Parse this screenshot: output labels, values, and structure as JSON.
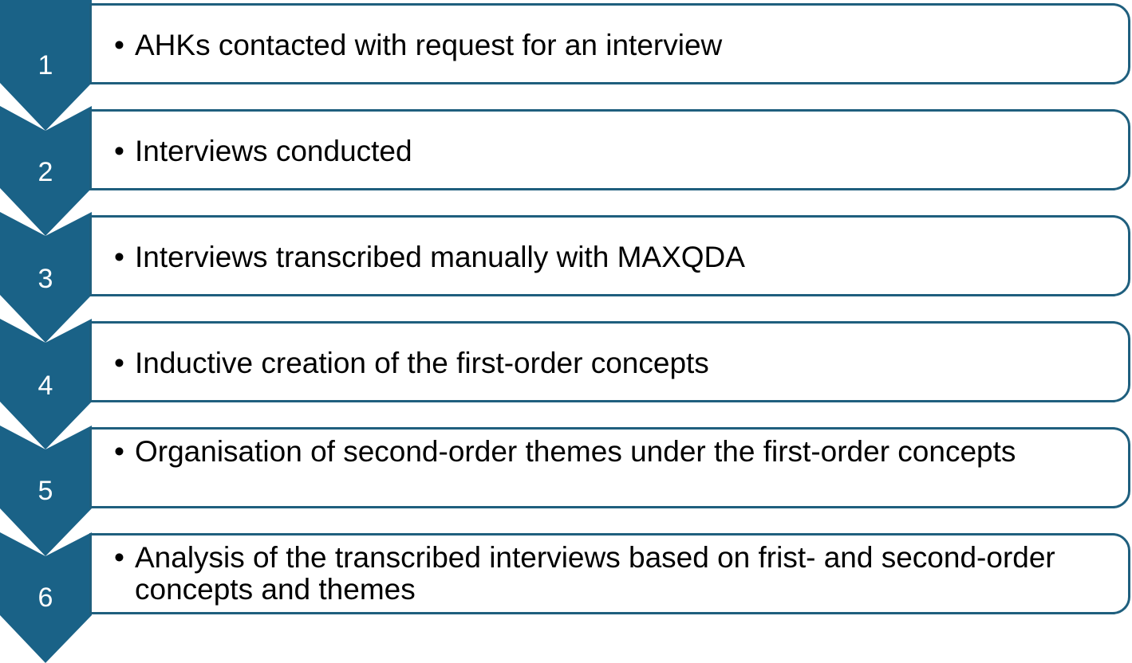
{
  "colors": {
    "chevron": "#1a6287",
    "border": "#1f5f7e",
    "number_text": "#ffffff",
    "body_text": "#000000"
  },
  "steps": [
    {
      "number": "1",
      "bullet": "•",
      "text": "AHKs contacted with request for an interview"
    },
    {
      "number": "2",
      "bullet": "•",
      "text": "Interviews conducted"
    },
    {
      "number": "3",
      "bullet": "•",
      "text": "Interviews transcribed manually with MAXQDA"
    },
    {
      "number": "4",
      "bullet": "•",
      "text": "Inductive creation of the first-order concepts"
    },
    {
      "number": "5",
      "bullet": "•",
      "text": "Organisation of second-order themes under the first-order concepts"
    },
    {
      "number": "6",
      "bullet": "•",
      "text": "Analysis of the transcribed interviews based on frist- and second-order concepts and themes"
    }
  ]
}
